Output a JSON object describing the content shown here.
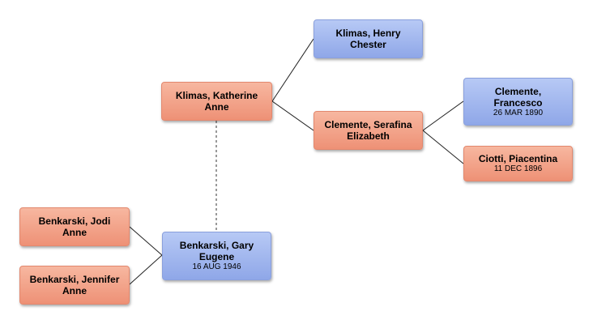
{
  "people": {
    "henry": {
      "name": "Klimas, Henry Chester",
      "date": ""
    },
    "katherine": {
      "name": "Klimas, Katherine Anne",
      "date": ""
    },
    "serafina": {
      "name": "Clemente, Serafina Elizabeth",
      "date": ""
    },
    "francesco": {
      "name": "Clemente, Francesco",
      "date": "26 MAR 1890"
    },
    "piacentina": {
      "name": "Ciotti, Piacentina",
      "date": "11 DEC 1896"
    },
    "gary": {
      "name": "Benkarski, Gary Eugene",
      "date": "16 AUG 1946"
    },
    "jodi": {
      "name": "Benkarski, Jodi Anne",
      "date": ""
    },
    "jennifer": {
      "name": "Benkarski, Jennifer Anne",
      "date": ""
    }
  },
  "colors": {
    "female": "#ee9176",
    "male": "#8fa7e8",
    "line": "#222222"
  }
}
